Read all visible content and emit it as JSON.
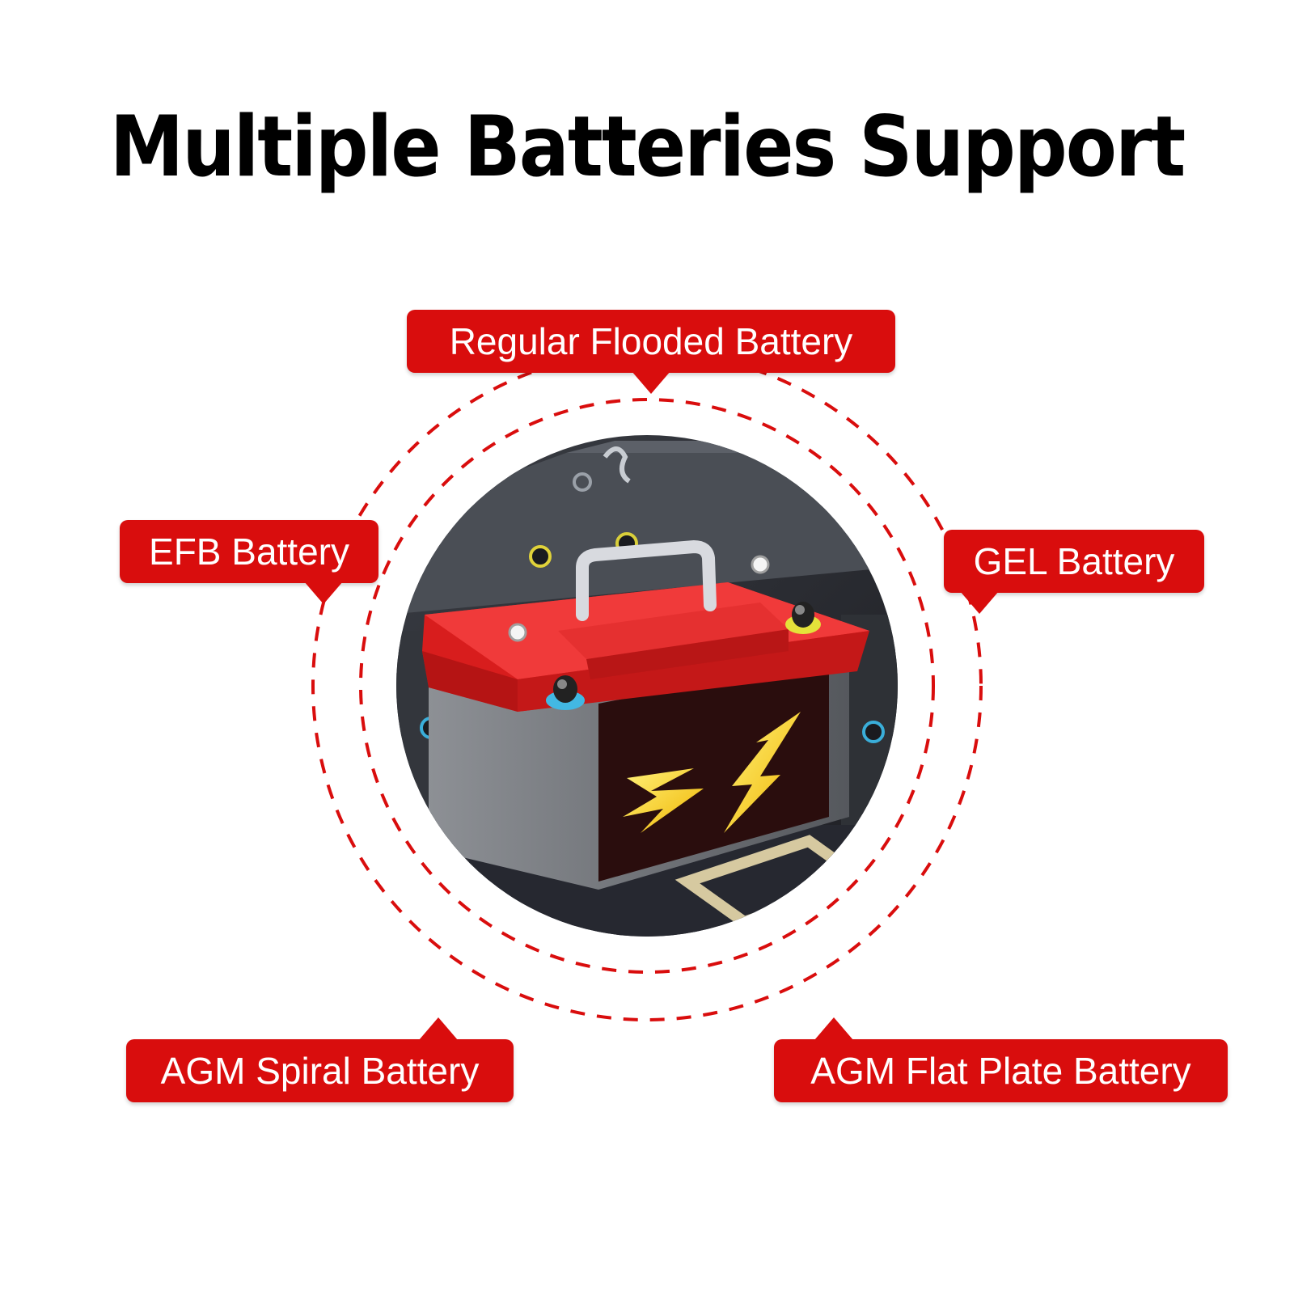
{
  "title": "Multiple Batteries Support",
  "labels": {
    "regular_flooded": "Regular Flooded Battery",
    "efb": "EFB Battery",
    "gel": "GEL Battery",
    "agm_spiral": "AGM Spiral Battery",
    "agm_flat_plate": "AGM Flat Plate Battery"
  },
  "colors": {
    "accent": "#d90d0d",
    "title": "#000000",
    "label_text": "#ffffff",
    "background": "#ffffff"
  },
  "icons": {
    "center_image": "car-battery-icon"
  }
}
